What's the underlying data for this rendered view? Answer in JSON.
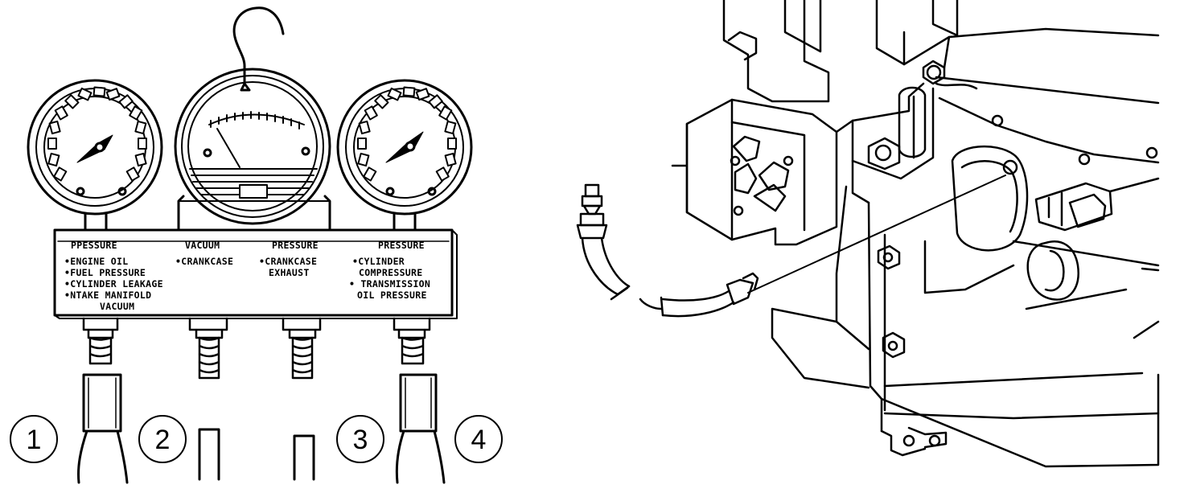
{
  "panel": {
    "headers": [
      "PPESSURE",
      "VACUUM",
      "PRESSURE",
      "PRESSURE"
    ],
    "col1": [
      "•ENGINE OIL",
      "•FUEL PRESSURE",
      "•CYLINDER LEAKAGE",
      "•NTAKE MANIFOLD",
      "VACUUM"
    ],
    "col2": [
      "•CRANKCASE"
    ],
    "col3": [
      "•CRANKCASE",
      "EXHAUST"
    ],
    "col4": [
      "•CYLINDER",
      "COMPRESSURE",
      "• TRANSMISSION",
      "OIL PRESSURE"
    ]
  },
  "callouts": [
    "1",
    "2",
    "3",
    "4"
  ],
  "icons": {
    "gauge-left": "pressure-gauge-icon",
    "gauge-center": "vacuum-gauge-icon",
    "gauge-right": "pressure-gauge-icon",
    "hanger": "hanger-hook-icon"
  }
}
